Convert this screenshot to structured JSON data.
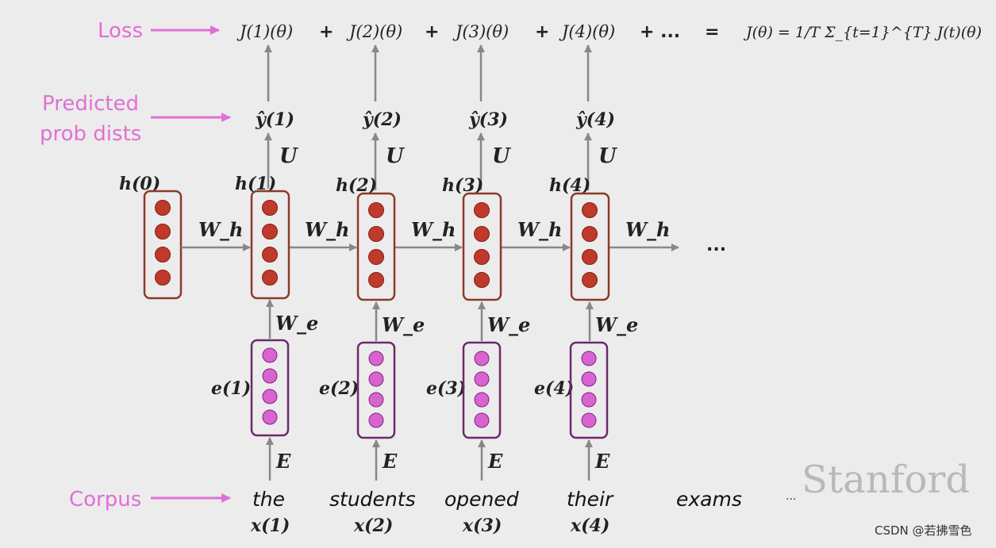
{
  "labels": {
    "loss": "Loss",
    "predicted_line1": "Predicted",
    "predicted_line2": "prob dists",
    "corpus": "Corpus"
  },
  "loss_terms": [
    "J(1)(θ)",
    "J(2)(θ)",
    "J(3)(θ)",
    "J(4)(θ)"
  ],
  "loss_operator": "+",
  "loss_tail": "+ ...",
  "loss_equals": "=",
  "loss_formula": "J(θ) = 1/T Σ_{t=1}^{T} J(t)(θ)",
  "outputs": [
    "ŷ(1)",
    "ŷ(2)",
    "ŷ(3)",
    "ŷ(4)"
  ],
  "output_weight": "U",
  "hidden_initial": "h(0)",
  "hidden": [
    "h(1)",
    "h(2)",
    "h(3)",
    "h(4)"
  ],
  "recurrent_weight": "W_h",
  "input_weight": "W_e",
  "embeddings": [
    "e(1)",
    "e(2)",
    "e(3)",
    "e(4)"
  ],
  "embedding_matrix": "E",
  "words": [
    "the",
    "students",
    "opened",
    "their",
    "exams"
  ],
  "inputs": [
    "x(1)",
    "x(2)",
    "x(3)",
    "x(4)"
  ],
  "ellipsis": "...",
  "watermark": "Stanford",
  "credit": "CSDN @若拂雪色",
  "colors": {
    "label_pink": "#e070d4",
    "hidden_border": "#8b3a2a",
    "hidden_dot": "#c0392b",
    "embed_border": "#6a2a6a",
    "embed_dot": "#d963d0",
    "arrow": "#888888"
  }
}
